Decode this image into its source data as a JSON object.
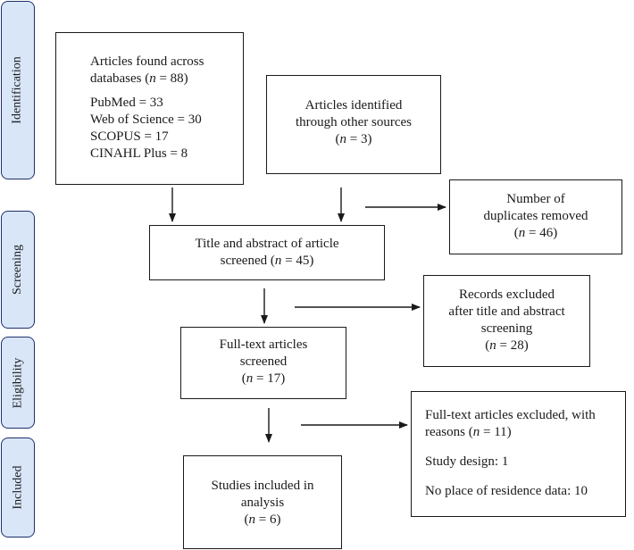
{
  "phases": {
    "identification": "Identification",
    "screening": "Screening",
    "eligibility": "Eligibility",
    "included": "Included"
  },
  "boxes": {
    "databases": {
      "line1": "Articles found across",
      "line2_pre": "databases (",
      "n_symbol": "n",
      "line2_post": " = 88)",
      "sources": [
        "PubMed = 33",
        "Web of Science = 30",
        "SCOPUS = 17",
        "CINAHL Plus = 8"
      ]
    },
    "other_sources": {
      "line1": "Articles identified",
      "line2": "through other sources",
      "line3_pre": "(",
      "n_symbol": "n",
      "line3_post": " = 3)"
    },
    "duplicates": {
      "line1": "Number of",
      "line2": "duplicates removed",
      "line3_pre": "(",
      "n_symbol": "n",
      "line3_post": " = 46)"
    },
    "title_abstract": {
      "line1": "Title and abstract of article",
      "line2_pre": "screened (",
      "n_symbol": "n",
      "line2_post": " = 45)"
    },
    "excluded_title": {
      "line1": "Records excluded",
      "line2": "after title and abstract",
      "line3": "screening",
      "line4_pre": "(",
      "n_symbol": "n",
      "line4_post": " = 28)"
    },
    "fulltext": {
      "line1": "Full-text articles",
      "line2": "screened",
      "line3_pre": "(",
      "n_symbol": "n",
      "line3_post": " = 17)"
    },
    "excluded_fulltext": {
      "line1": "Full-text articles excluded, with",
      "line2_pre": "reasons (",
      "n_symbol": "n",
      "line2_post": " = 11)",
      "reasons": [
        "Study design: 1",
        "No place of residence data: 10"
      ]
    },
    "included": {
      "line1": "Studies included in",
      "line2": "analysis",
      "line3_pre": "(",
      "n_symbol": "n",
      "line3_post": " = 6)"
    }
  },
  "colors": {
    "phase_fill": "#d8e6f8",
    "phase_border": "#1f2f6b",
    "line": "#1a1a1a"
  }
}
